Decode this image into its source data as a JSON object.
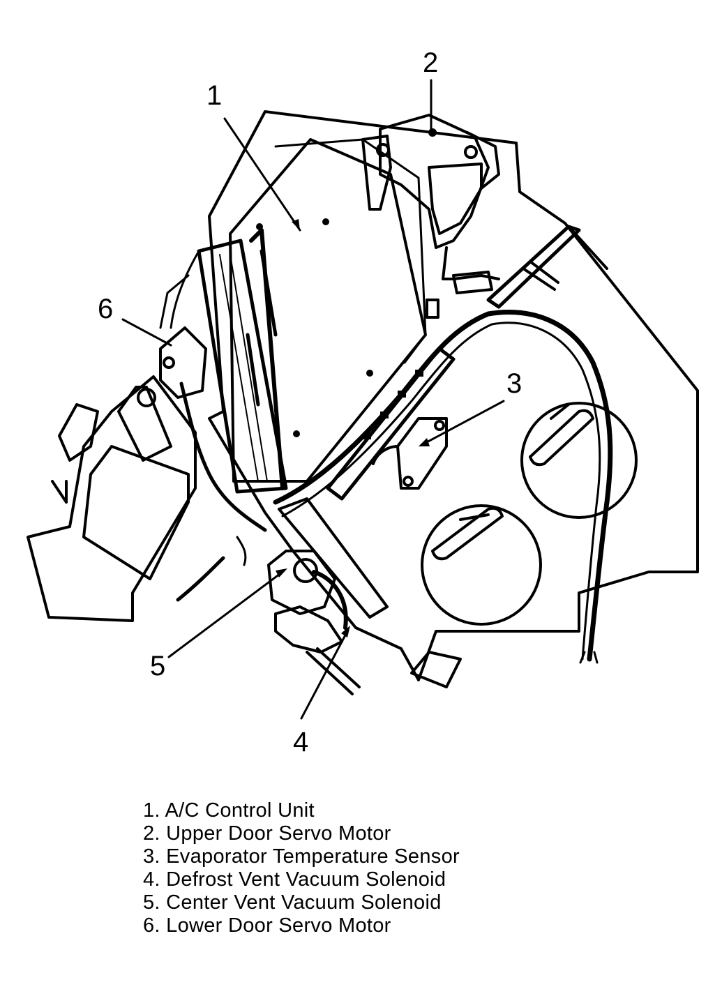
{
  "diagram": {
    "callouts": [
      {
        "id": "1",
        "label": "1"
      },
      {
        "id": "2",
        "label": "2"
      },
      {
        "id": "3",
        "label": "3"
      },
      {
        "id": "4",
        "label": "4"
      },
      {
        "id": "5",
        "label": "5"
      },
      {
        "id": "6",
        "label": "6"
      }
    ]
  },
  "legend": {
    "items": [
      "1. A/C Control Unit",
      "2. Upper Door Servo Motor",
      "3. Evaporator Temperature Sensor",
      "4. Defrost Vent Vacuum Solenoid",
      "5. Center Vent Vacuum Solenoid",
      "6. Lower Door Servo Motor"
    ]
  },
  "colors": {
    "ink": "#000000",
    "paper": "#ffffff"
  }
}
